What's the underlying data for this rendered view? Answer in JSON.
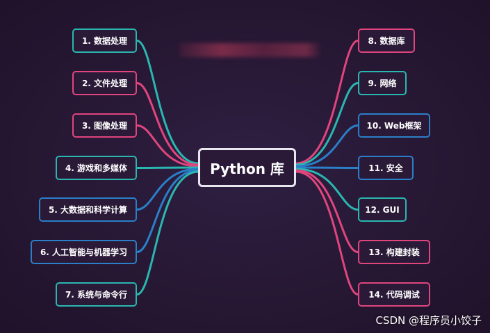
{
  "center": {
    "label": "Python 库"
  },
  "left_nodes": [
    {
      "label": "1. 数据处理",
      "color": "teal"
    },
    {
      "label": "2. 文件处理",
      "color": "pink"
    },
    {
      "label": "3. 图像处理",
      "color": "pink"
    },
    {
      "label": "4. 游戏和多媒体",
      "color": "teal"
    },
    {
      "label": "5. 大数据和科学计算",
      "color": "blue"
    },
    {
      "label": "6. 人工智能与机器学习",
      "color": "blue"
    },
    {
      "label": "7. 系统与命令行",
      "color": "teal"
    }
  ],
  "right_nodes": [
    {
      "label": "8. 数据库",
      "color": "pink"
    },
    {
      "label": "9. 网络",
      "color": "teal"
    },
    {
      "label": "10. Web框架",
      "color": "blue"
    },
    {
      "label": "11. 安全",
      "color": "blue"
    },
    {
      "label": "12. GUI",
      "color": "teal"
    },
    {
      "label": "13. 构建封装",
      "color": "pink"
    },
    {
      "label": "14. 代码调试",
      "color": "pink"
    }
  ],
  "watermark": "CSDN @程序员小饺子",
  "colors": {
    "teal": "#2ab7b0",
    "pink": "#e0457e",
    "blue": "#2a7fc9",
    "background": "#2a1a38"
  }
}
